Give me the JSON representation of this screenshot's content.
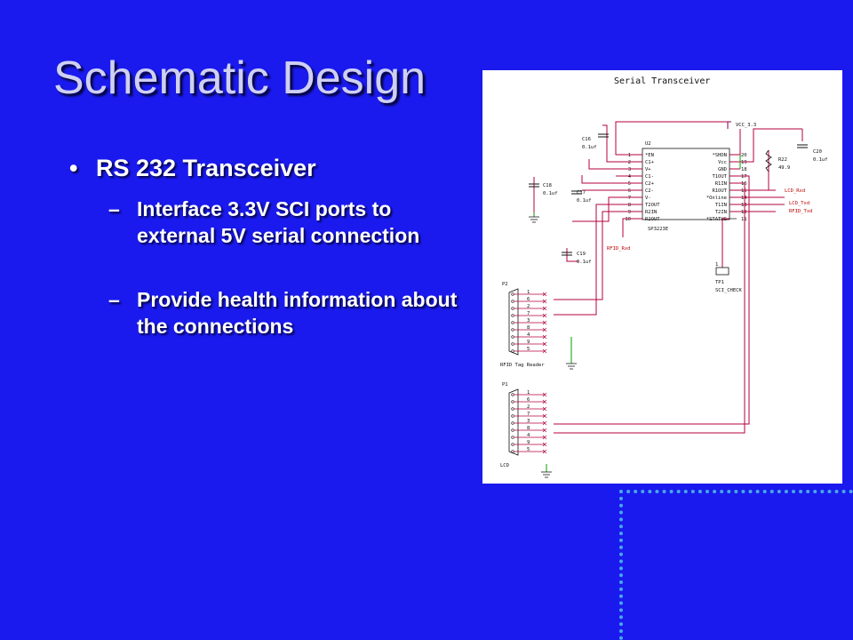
{
  "slide": {
    "title": "Schematic Design",
    "bullet": "RS 232 Transceiver",
    "sub_items": [
      "Interface 3.3V SCI ports to external 5V serial connection",
      "Provide health information about the connections"
    ],
    "bullet_marker": "•",
    "dash_marker": "–"
  },
  "schematic": {
    "title": "Serial Transceiver",
    "chip": {
      "ref": "U2",
      "part": "SP3223E",
      "left_pins": [
        {
          "num": "1",
          "name": "*EN"
        },
        {
          "num": "2",
          "name": "C1+"
        },
        {
          "num": "3",
          "name": "V+"
        },
        {
          "num": "4",
          "name": "C1-"
        },
        {
          "num": "5",
          "name": "C2+"
        },
        {
          "num": "6",
          "name": "C2-"
        },
        {
          "num": "7",
          "name": "V-"
        },
        {
          "num": "8",
          "name": "T2OUT"
        },
        {
          "num": "9",
          "name": "R2IN"
        },
        {
          "num": "10",
          "name": "R2OUT"
        }
      ],
      "right_pins": [
        {
          "num": "20",
          "name": "*SHDN"
        },
        {
          "num": "19",
          "name": "Vcc"
        },
        {
          "num": "18",
          "name": "GND"
        },
        {
          "num": "17",
          "name": "T1OUT"
        },
        {
          "num": "16",
          "name": "R1IN"
        },
        {
          "num": "15",
          "name": "R1OUT"
        },
        {
          "num": "14",
          "name": "*Online"
        },
        {
          "num": "13",
          "name": "T1IN"
        },
        {
          "num": "12",
          "name": "T2IN"
        },
        {
          "num": "11",
          "name": "*STATUS"
        }
      ]
    },
    "capacitors": [
      {
        "ref": "C16",
        "value": "0.1uf"
      },
      {
        "ref": "C18",
        "value": "0.1uf"
      },
      {
        "ref": "C17",
        "value": "0.1uf"
      },
      {
        "ref": "C19",
        "value": "0.1uf"
      },
      {
        "ref": "C20",
        "value": "0.1uf"
      }
    ],
    "resistor": {
      "ref": "R22",
      "value": "49.9"
    },
    "power_net": "VCC_3.3",
    "nets": {
      "lcd_rxd": "LCD_Rxd",
      "lcd_txd": "LCD_Txd",
      "rfid_txd": "RFID_Txd",
      "rfid_rxd": "RFID_Rxd"
    },
    "test_point": {
      "ref": "TP1",
      "name": "SCI_CHECK",
      "pin": "1"
    },
    "connectors": [
      {
        "ref": "P2",
        "label": "RFID Tag Reader",
        "pins": [
          "1",
          "6",
          "2",
          "7",
          "3",
          "8",
          "4",
          "9",
          "5"
        ]
      },
      {
        "ref": "P1",
        "label": "LCD",
        "pins": [
          "1",
          "6",
          "2",
          "7",
          "3",
          "8",
          "4",
          "9",
          "5"
        ]
      }
    ]
  }
}
